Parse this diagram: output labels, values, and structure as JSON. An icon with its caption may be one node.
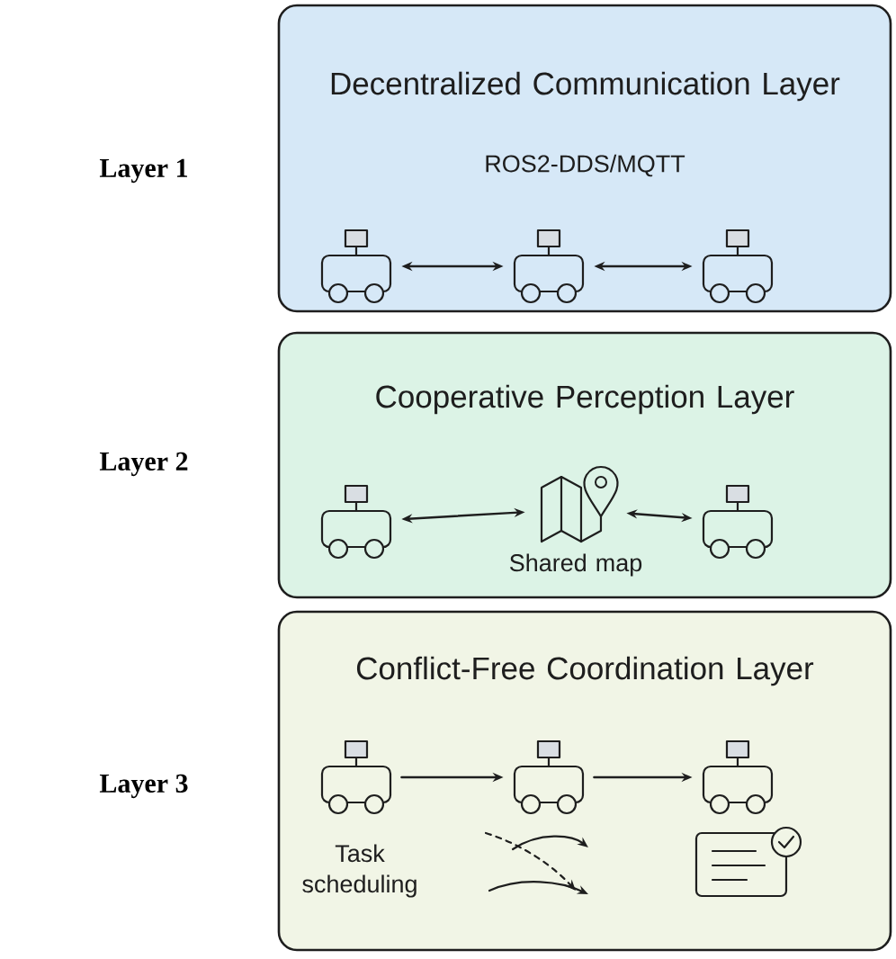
{
  "diagram": {
    "nodes": [
      {
        "text": [
          "Decentralized Communication Layer",
          "ROS2-DDS/MQTT"
        ],
        "beside": [
          "Layer 1"
        ]
      },
      {
        "text": [],
        "shape": "robot",
        "in": 0
      },
      {
        "text": [],
        "shape": "robot",
        "in": 0
      },
      {
        "text": [],
        "shape": "robot",
        "in": 0
      },
      {
        "text": [
          "Cooperative Perception Layer"
        ],
        "beside": [
          "Layer 2"
        ]
      },
      {
        "text": [],
        "shape": "robot",
        "in": 4
      },
      {
        "text": [],
        "shape": "map",
        "in": 4,
        "beside": [
          "Shared map"
        ]
      },
      {
        "text": [],
        "shape": "robot",
        "in": 4
      },
      {
        "text": [
          "Conflict-Free Coordination Layer"
        ],
        "beside": [
          "Layer 3"
        ]
      },
      {
        "text": [],
        "shape": "robot",
        "in": 8,
        "beside": [
          "Task scheduling"
        ]
      },
      {
        "text": [],
        "shape": "robot",
        "in": 8
      },
      {
        "text": [],
        "shape": "robot",
        "in": 8
      }
    ],
    "edges": [
      {
        "from": 1,
        "to": 2,
        "arrow": "both"
      },
      {
        "from": 2,
        "to": 3,
        "arrow": "both"
      },
      {
        "from": 5,
        "to": 6,
        "arrow": "both"
      },
      {
        "from": 6,
        "to": 7,
        "arrow": "both"
      },
      {
        "from": 9,
        "to": 10,
        "arrow": "to"
      },
      {
        "from": 10,
        "to": 11,
        "arrow": "to"
      }
    ]
  }
}
